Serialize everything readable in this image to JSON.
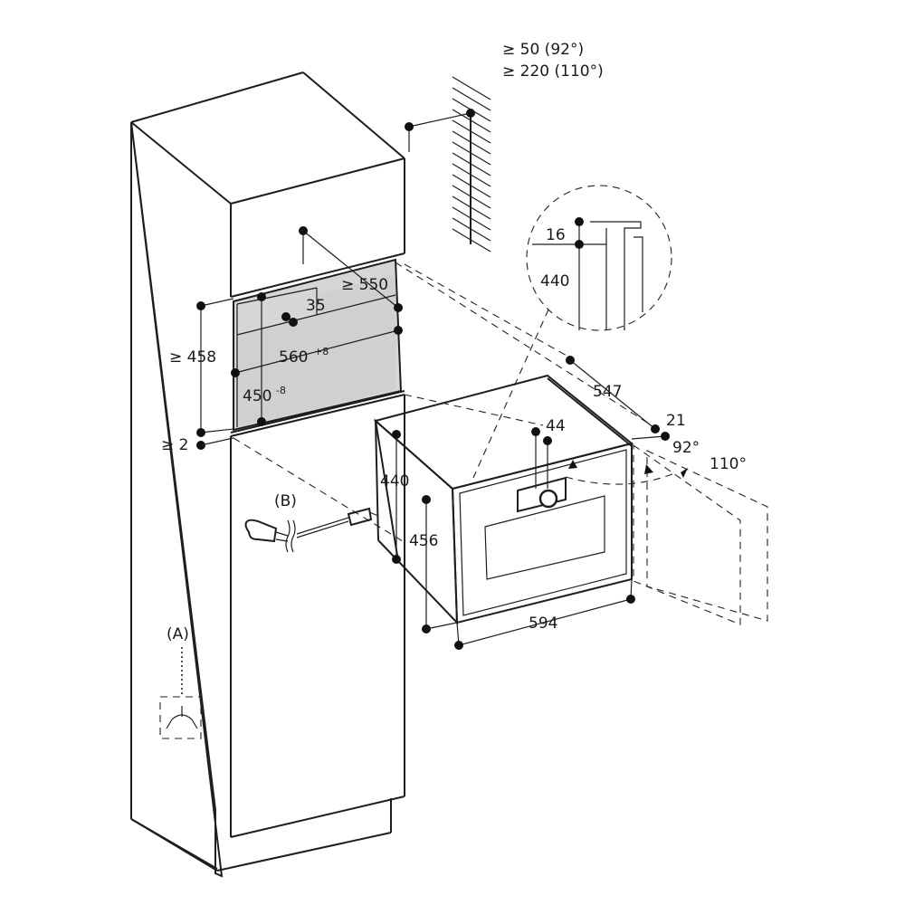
{
  "labels": {
    "clearance_line_1": "≥ 50 (92°)",
    "clearance_line_2": "≥ 220 (110°)",
    "niche_depth": "≥ 550",
    "niche_offset": "35",
    "niche_height_min": "≥ 458",
    "niche_width": "560",
    "niche_width_tol": "+8",
    "niche_height": "450",
    "niche_height_tol": "-8",
    "bottom_gap": "≥ 2",
    "detail_16": "16",
    "detail_440": "440",
    "appliance_depth": "547",
    "door_thickness": "21",
    "angle_92": "92°",
    "angle_110": "110°",
    "handle_44": "44",
    "appliance_body_height": "440",
    "appliance_front_height": "456",
    "appliance_width": "594",
    "marker_b": "(B)",
    "marker_a": "(A)"
  },
  "colors": {
    "niche_fill": "#d6d6d6",
    "line": "#1e1e1e",
    "dot": "#111111"
  }
}
